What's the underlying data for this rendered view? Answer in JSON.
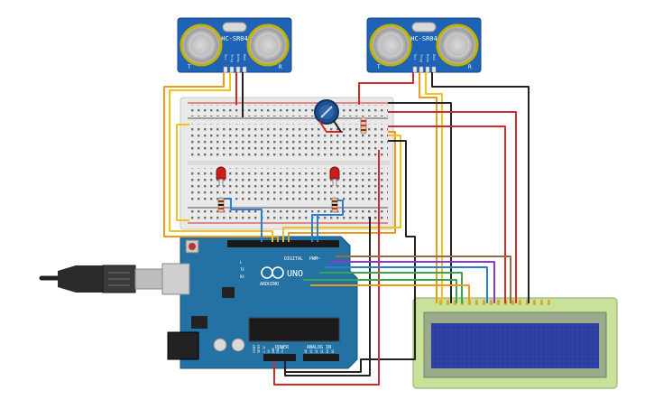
{
  "sensors": [
    {
      "model": "HC-SR04",
      "pins": [
        "Vcc",
        "Trig",
        "Echo",
        "Gnd"
      ],
      "mark_t": "T",
      "mark_r": "R"
    },
    {
      "model": "HC-SR04",
      "pins": [
        "Vcc",
        "Trig",
        "Echo",
        "Gnd"
      ],
      "mark_t": "T",
      "mark_r": "R"
    }
  ],
  "arduino": {
    "brand": "ARDUINO",
    "model": "UNO",
    "digital_label": "DIGITAL",
    "pwm_label": "PWM~",
    "power_label": "POWER",
    "analog_label": "ANALOG IN",
    "tx_label": "TX",
    "rx_label": "RX",
    "led_label": "L",
    "power_pins": [
      "IOREF",
      "RESET",
      "3.3V",
      "5V",
      "GND",
      "GND",
      "Vin"
    ],
    "analog_pins": [
      "A0",
      "A1",
      "A2",
      "A3",
      "A4",
      "A5"
    ]
  },
  "lcd": {
    "display_color": "#2b3e9e",
    "body_color": "#c8e29a"
  },
  "colors": {
    "red_wire": "#d22b2b",
    "black_wire": "#222222",
    "orange_wire": "#f09a1a",
    "yellow_wire": "#f2c21b",
    "blue_wire": "#2a7fd4",
    "green_wire": "#36a64f",
    "purple_wire": "#8a3ad0",
    "brown_wire": "#9c6a3c",
    "board": "#2471a3",
    "breadboard": "#e9e9e9",
    "led": "#c81e1e"
  }
}
